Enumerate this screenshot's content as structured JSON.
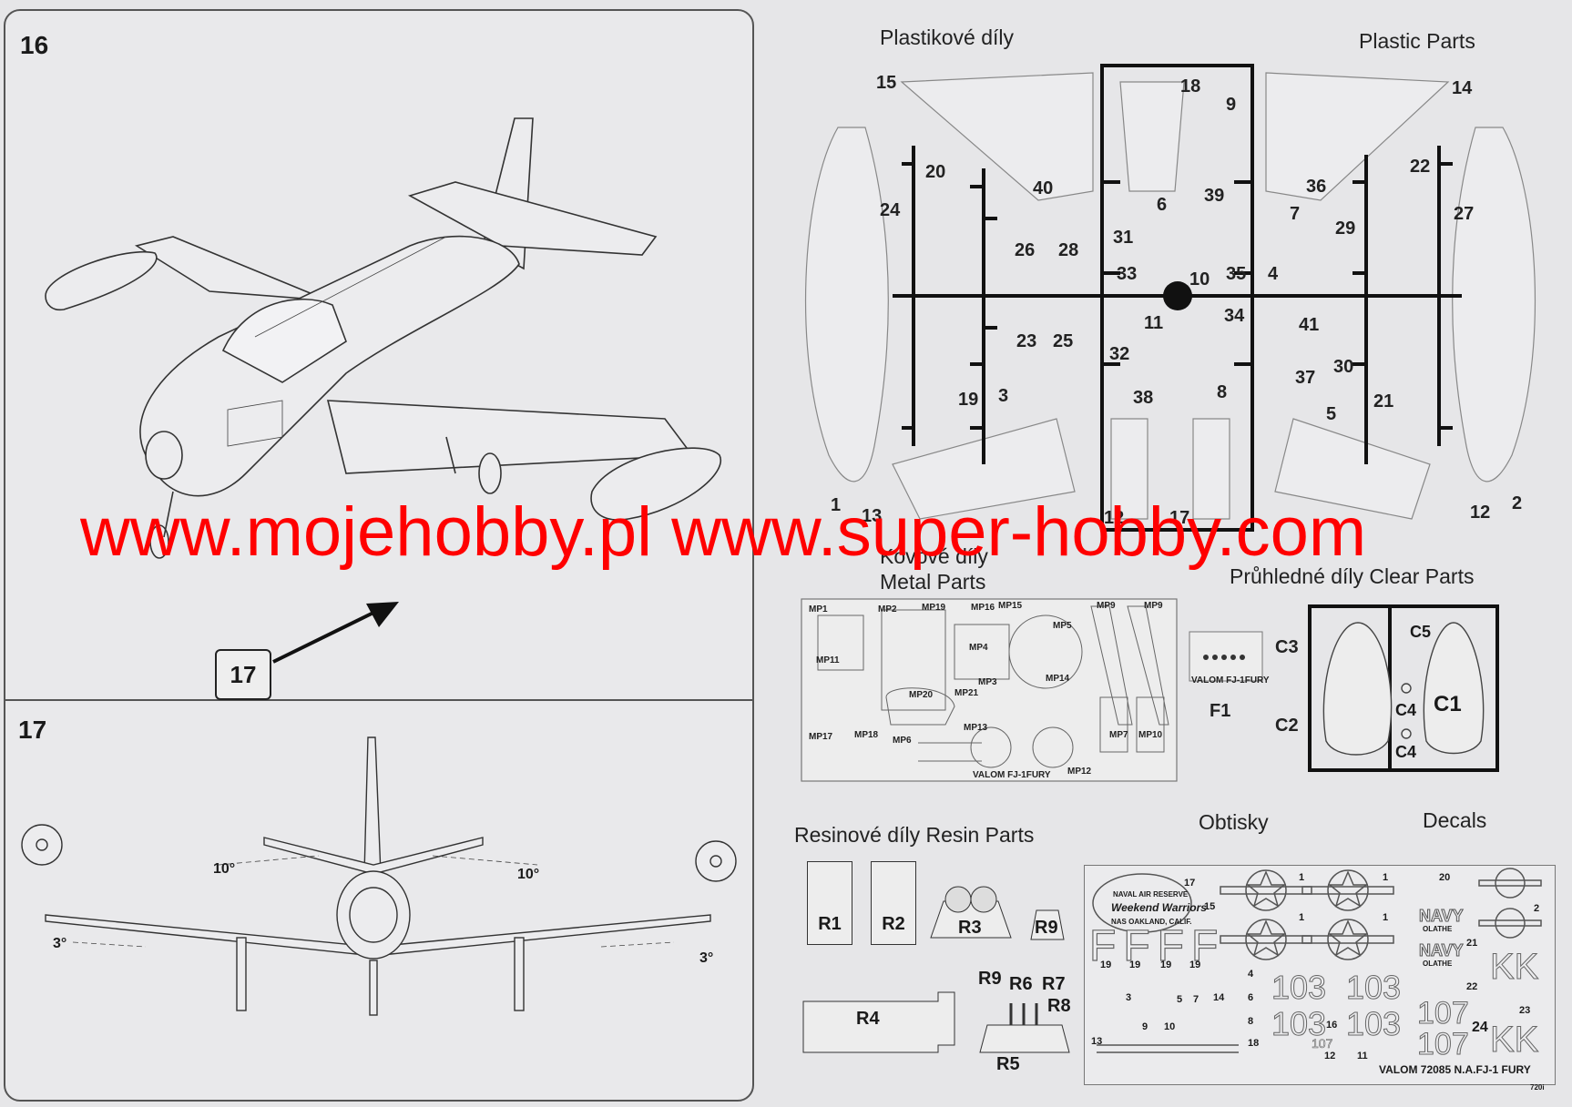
{
  "steps": {
    "step16": "16",
    "step17": "17",
    "callout17": "17",
    "angle_left_top": "10°",
    "angle_right_top": "10°",
    "angle_left_low": "3°",
    "angle_right_low": "3°"
  },
  "plastic": {
    "title_cz": "Plastikové díly",
    "title_en": "Plastic Parts",
    "labels": [
      "15",
      "18",
      "9",
      "14",
      "20",
      "40",
      "36",
      "22",
      "24",
      "39",
      "7",
      "27",
      "6",
      "31",
      "29",
      "26",
      "28",
      "33",
      "10",
      "35",
      "4",
      "11",
      "34",
      "41",
      "23",
      "25",
      "32",
      "30",
      "37",
      "19",
      "3",
      "38",
      "8",
      "5",
      "21",
      "1",
      "13",
      "12",
      "17",
      "12",
      "2"
    ]
  },
  "metal": {
    "title_cz": "Kovové díly",
    "title_en": "Metal Parts",
    "labels": [
      "MP1",
      "MP2",
      "MP19",
      "MP16",
      "MP15",
      "MP9",
      "MP9",
      "MP11",
      "MP4",
      "MP5",
      "MP3",
      "MP20",
      "MP21",
      "MP14",
      "MP13",
      "MP17",
      "MP18",
      "MP6",
      "MP7",
      "MP10",
      "MP12"
    ],
    "fret_text": "VALOM  FJ-1FURY"
  },
  "clear": {
    "title": "Průhledné díly Clear Parts",
    "film_label": "F1",
    "film_text": "VALOM  FJ-1FURY",
    "labels": [
      "C3",
      "C2",
      "C5",
      "C4",
      "C1",
      "C4"
    ]
  },
  "resin": {
    "title": "Resinové díly Resin Parts",
    "labels": [
      "R1",
      "R2",
      "R3",
      "R9",
      "R4",
      "R9",
      "R6",
      "R7",
      "R8",
      "R5"
    ]
  },
  "decals": {
    "title_cz": "Obtisky",
    "title_en": "Decals",
    "text_block": [
      "NAVAL AIR RESERVE",
      "Weekend Warriors",
      "NAS OAKLAND, CALIF."
    ],
    "fuselage_letters": "FFFF",
    "navy_1": "NAVY",
    "navy_2": "NAVY",
    "olathe_1": "OLATHE",
    "olathe_2": "OLATHE",
    "codes": [
      "103",
      "103",
      "103",
      "103",
      "107",
      "107",
      "107"
    ],
    "kk": "KK",
    "footer": "VALOM 72085 N.A.FJ-1 FURY",
    "page_code": "720i",
    "numbers": [
      "17",
      "15",
      "1",
      "1",
      "20",
      "1",
      "1",
      "2",
      "21",
      "19",
      "19",
      "19",
      "19",
      "4",
      "6",
      "8",
      "18",
      "3",
      "5",
      "7",
      "14",
      "16",
      "22",
      "23",
      "24",
      "9",
      "10",
      "13",
      "12",
      "11"
    ]
  },
  "watermark": "www.mojehobby.pl  www.super-hobby.com",
  "colors": {
    "watermark": "#ff0000",
    "line": "#222222",
    "paper": "#e6e6e8"
  }
}
